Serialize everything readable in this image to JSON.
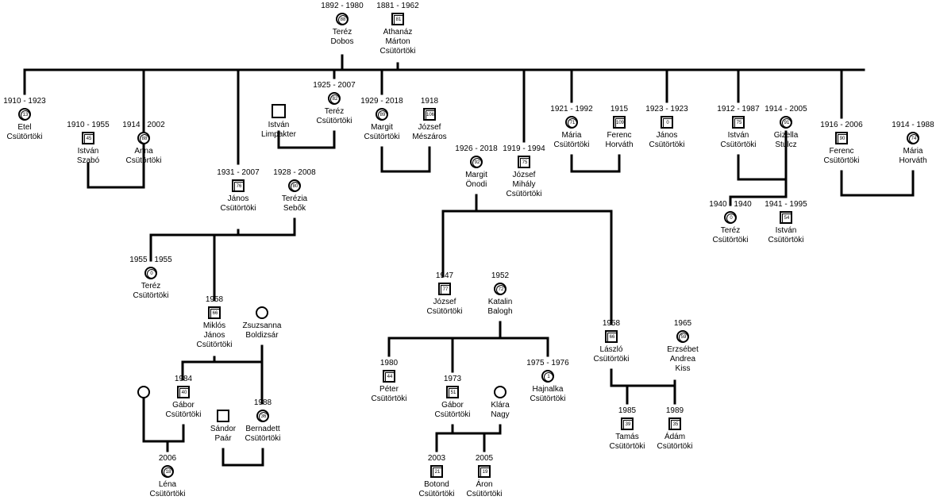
{
  "people": [
    {
      "key": "tereza_dobos",
      "years": "1892 - 1980",
      "age": "88",
      "sex": "f",
      "names": [
        "Teréz",
        "Dobos"
      ]
    },
    {
      "key": "athanaz",
      "years": "1881 - 1962",
      "age": "81",
      "sex": "m",
      "names": [
        "Athanáz",
        "Márton",
        "Csütörtöki"
      ]
    },
    {
      "key": "etel",
      "years": "1910 - 1923",
      "age": "13",
      "sex": "f",
      "names": [
        "Etel",
        "Csütörtöki"
      ]
    },
    {
      "key": "istvan_szabo",
      "years": "1910 - 1955",
      "age": "45",
      "sex": "m",
      "names": [
        "István",
        "Szabó"
      ]
    },
    {
      "key": "anna",
      "years": "1914 - 2002",
      "age": "88",
      "sex": "f",
      "names": [
        "Anna",
        "Csütörtöki"
      ]
    },
    {
      "key": "istvan_limpakter",
      "years": "",
      "age": "",
      "sex": "m",
      "big": true,
      "names": [
        "István",
        "Limpakter"
      ]
    },
    {
      "key": "tereza_1925",
      "years": "1925 - 2007",
      "age": "82",
      "sex": "f",
      "names": [
        "Teréz",
        "Csütörtöki"
      ]
    },
    {
      "key": "margit_1929",
      "years": "1929 - 2018",
      "age": "89",
      "sex": "f",
      "names": [
        "Margit",
        "Csütörtöki"
      ]
    },
    {
      "key": "jozsef_meszaros",
      "years": "1918",
      "age": "106",
      "sex": "m",
      "names": [
        "József",
        "Mészáros"
      ]
    },
    {
      "key": "janos_1931",
      "years": "1931 - 2007",
      "age": "76",
      "sex": "m",
      "names": [
        "János",
        "Csütörtöki"
      ]
    },
    {
      "key": "terezia_sebok",
      "years": "1928 - 2008",
      "age": "80",
      "sex": "f",
      "names": [
        "Terézia",
        "Sebők"
      ]
    },
    {
      "key": "margit_onodi",
      "years": "1926 - 2018",
      "age": "92",
      "sex": "f",
      "names": [
        "Margit",
        "Önodi"
      ]
    },
    {
      "key": "jozsef_1919",
      "years": "1919 - 1994",
      "age": "75",
      "sex": "m",
      "names": [
        "József",
        "Mihály",
        "Csütörtöki"
      ]
    },
    {
      "key": "maria_1921",
      "years": "1921 - 1992",
      "age": "71",
      "sex": "f",
      "names": [
        "Mária",
        "Csütörtöki"
      ]
    },
    {
      "key": "ferenc_horvath",
      "years": "1915",
      "age": "109",
      "sex": "m",
      "names": [
        "Ferenc",
        "Horváth"
      ]
    },
    {
      "key": "janos_1923",
      "years": "1923 - 1923",
      "age": "0",
      "sex": "m",
      "names": [
        "János",
        "Csütörtöki"
      ]
    },
    {
      "key": "istvan_1912",
      "years": "1912 - 1987",
      "age": "75",
      "sex": "m",
      "names": [
        "István",
        "Csütörtöki"
      ]
    },
    {
      "key": "gizella",
      "years": "1914 - 2005",
      "age": "91",
      "sex": "f",
      "names": [
        "Gizella",
        "Stulcz"
      ]
    },
    {
      "key": "ferenc_1916",
      "years": "1916 - 2006",
      "age": "90",
      "sex": "m",
      "names": [
        "Ferenc",
        "Csütörtöki"
      ]
    },
    {
      "key": "maria_horvath",
      "years": "1914 - 1988",
      "age": "74",
      "sex": "f",
      "names": [
        "Mária",
        "Horváth"
      ]
    },
    {
      "key": "tereza_1955",
      "years": "1955 - 1955",
      "age": "0",
      "sex": "f",
      "names": [
        "Teréz",
        "Csütörtöki"
      ]
    },
    {
      "key": "tereza_1940",
      "years": "1940 - 1940",
      "age": "0",
      "sex": "f",
      "names": [
        "Teréz",
        "Csütörtöki"
      ]
    },
    {
      "key": "istvan_1941",
      "years": "1941 - 1995",
      "age": "54",
      "sex": "m",
      "names": [
        "István",
        "Csütörtöki"
      ]
    },
    {
      "key": "miklos",
      "years": "1958",
      "age": "66",
      "sex": "m",
      "names": [
        "Miklós",
        "János",
        "Csütörtöki"
      ]
    },
    {
      "key": "zsuzsanna",
      "years": "",
      "age": "",
      "sex": "f",
      "names": [
        "Zsuzsanna",
        "Boldizsár"
      ]
    },
    {
      "key": "jozsef_1947",
      "years": "1947",
      "age": "77",
      "sex": "m",
      "names": [
        "József",
        "Csütörtöki"
      ]
    },
    {
      "key": "katalin",
      "years": "1952",
      "age": "72",
      "sex": "f",
      "names": [
        "Katalin",
        "Balogh"
      ]
    },
    {
      "key": "laszlo",
      "years": "1958",
      "age": "66",
      "sex": "m",
      "names": [
        "László",
        "Csütörtöki"
      ]
    },
    {
      "key": "erzsebet",
      "years": "1965",
      "age": "59",
      "sex": "f",
      "names": [
        "Erzsébet",
        "Andrea",
        "Kiss"
      ]
    },
    {
      "key": "gabor_1984",
      "years": "1984",
      "age": "40",
      "sex": "m",
      "names": [
        "Gábor",
        "Csütörtöki"
      ]
    },
    {
      "key": "unknown_mother",
      "years": "",
      "age": "",
      "sex": "f",
      "names": []
    },
    {
      "key": "sandor_paar",
      "years": "",
      "age": "",
      "sex": "m",
      "names": [
        "Sándor",
        "Paár"
      ]
    },
    {
      "key": "bernadett",
      "years": "1988",
      "age": "36",
      "sex": "f",
      "names": [
        "Bernadett",
        "Csütörtöki"
      ]
    },
    {
      "key": "lena",
      "years": "2006",
      "age": "18",
      "sex": "f",
      "names": [
        "Léna",
        "Csütörtöki"
      ]
    },
    {
      "key": "peter",
      "years": "1980",
      "age": "44",
      "sex": "m",
      "names": [
        "Péter",
        "Csütörtöki"
      ]
    },
    {
      "key": "gabor_1973",
      "years": "1973",
      "age": "51",
      "sex": "m",
      "names": [
        "Gábor",
        "Csütörtöki"
      ]
    },
    {
      "key": "klara",
      "years": "",
      "age": "",
      "sex": "f",
      "names": [
        "Klára",
        "Nagy"
      ]
    },
    {
      "key": "hajnalka",
      "years": "1975 - 1976",
      "age": "1",
      "sex": "f",
      "names": [
        "Hajnalka",
        "Csütörtöki"
      ]
    },
    {
      "key": "botond",
      "years": "2003",
      "age": "21",
      "sex": "m",
      "names": [
        "Botond",
        "Csütörtöki"
      ]
    },
    {
      "key": "aron",
      "years": "2005",
      "age": "19",
      "sex": "m",
      "names": [
        "Áron",
        "Csütörtöki"
      ]
    },
    {
      "key": "tamas",
      "years": "1985",
      "age": "39",
      "sex": "m",
      "names": [
        "Tamás",
        "Csütörtöki"
      ]
    },
    {
      "key": "adam",
      "years": "1989",
      "age": "35",
      "sex": "m",
      "names": [
        "Ádám",
        "Csütörtöki"
      ]
    }
  ]
}
